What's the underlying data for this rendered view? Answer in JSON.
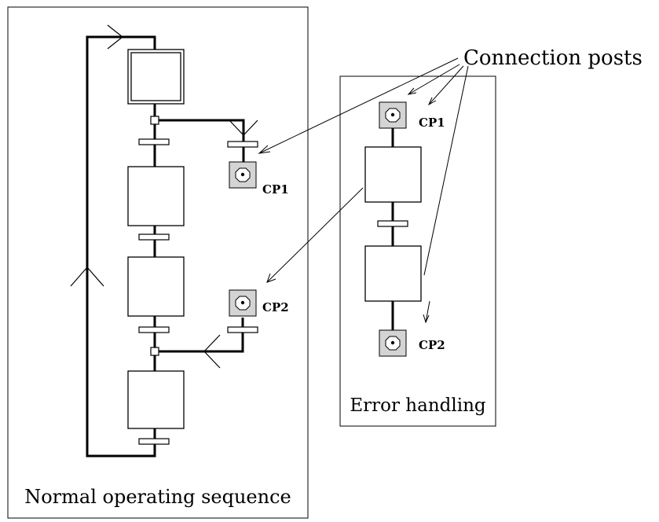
{
  "callout": {
    "text": "Connection posts"
  },
  "panels": {
    "normal": {
      "caption": "Normal operating sequence"
    },
    "error": {
      "caption": "Error handling"
    }
  },
  "posts": {
    "normal_cp1": {
      "label": "CP1"
    },
    "normal_cp2": {
      "label": "CP2"
    },
    "error_cp1": {
      "label": "CP1"
    },
    "error_cp2": {
      "label": "CP2"
    }
  },
  "colors": {
    "stroke": "#000000",
    "post_fill": "#d4d4d4",
    "background": "#ffffff"
  }
}
